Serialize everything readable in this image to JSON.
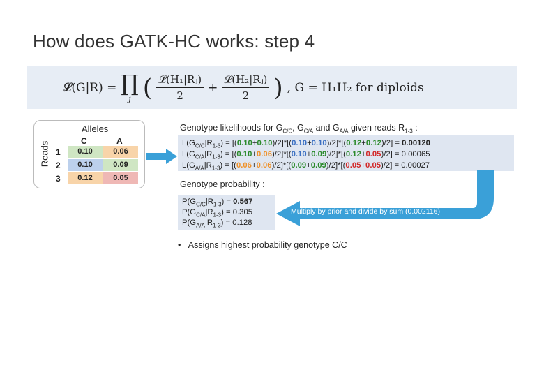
{
  "slide": {
    "title": "How does GATK-HC works: step 4"
  },
  "formula": {
    "lhs": "𝓛(G|R) =",
    "prod_symbol": "∏",
    "prod_sub": "j",
    "frac1_num": "𝓛(H₁|Rⱼ)",
    "frac1_den": "2",
    "plus": "+",
    "frac2_num": "𝓛(H₂|Rⱼ)",
    "frac2_den": "2",
    "rhs": ",  G = H₁H₂  for diploids"
  },
  "alleles_table": {
    "title": "Alleles",
    "row_axis_label": "Reads",
    "columns": [
      "C",
      "A"
    ],
    "rows": [
      {
        "read": "1",
        "C": "0.10",
        "A": "0.06"
      },
      {
        "read": "2",
        "C": "0.10",
        "A": "0.09"
      },
      {
        "read": "3",
        "C": "0.12",
        "A": "0.05"
      }
    ],
    "cell_colors": {
      "green": "#cfe6c3",
      "orange": "#f8d4a9",
      "blue": "#bcd0ec",
      "red": "#efb8b5"
    }
  },
  "likelihoods": {
    "header": "Genotype likelihoods for G",
    "lines": [
      {
        "geno": "C/C",
        "result": "0.00120"
      },
      {
        "geno": "C/A",
        "result": "0.00065"
      },
      {
        "geno": "A/A",
        "result": "0.00027"
      }
    ]
  },
  "probability": {
    "header": "Genotype probability :",
    "lines": [
      {
        "geno": "C/C",
        "value": "0.567"
      },
      {
        "geno": "C/A",
        "value": "0.305"
      },
      {
        "geno": "A/A",
        "value": "0.128"
      }
    ]
  },
  "arrow_note": "Multiply by prior and divide by sum (0.002116)",
  "bullet": "Assigns highest probability genotype C/C",
  "colors": {
    "accent_blue": "#3aa0d8",
    "band": "#e7edf5",
    "box": "#dfe6f1"
  }
}
